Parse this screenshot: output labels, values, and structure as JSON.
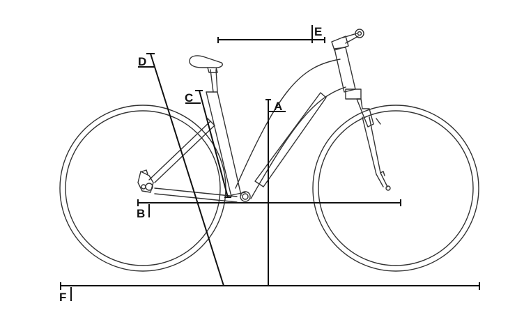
{
  "labels": {
    "a": "A",
    "b": "B",
    "c": "C",
    "d": "D",
    "e": "E",
    "f": "F"
  },
  "colors": {
    "frame_outline": "#333333",
    "measure_line": "#111111"
  }
}
